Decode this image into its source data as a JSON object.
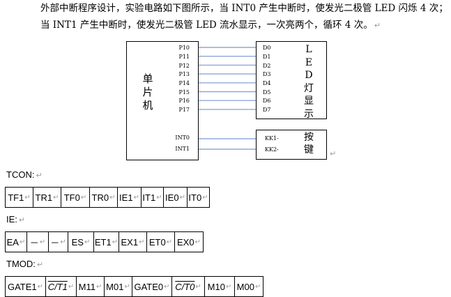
{
  "paragraph": {
    "line1": "外部中断程序设计，实验电路如下图所示，当 INT0 产生中断时，使发光二极管 LED 闪烁 4 次；",
    "line2": "当 INT1 产生中断时，使发光二极管 LED 流水显示，一次亮两个，循环 4 次。",
    "mark": "↵"
  },
  "diagram": {
    "mcu_label": [
      "单",
      "片",
      "机"
    ],
    "p_pins": [
      "P10",
      "P11",
      "P12",
      "P13",
      "P14",
      "P15",
      "P16",
      "P17"
    ],
    "int_pins": [
      "INT0",
      "INT1"
    ],
    "d_pins": [
      "D0",
      "D1",
      "D2",
      "D3",
      "D4",
      "D5",
      "D6",
      "D7"
    ],
    "led_label": [
      "L",
      "E",
      "D",
      "灯",
      "显",
      "示"
    ],
    "kk_pins": [
      "KK1-",
      "KK2-"
    ],
    "key_label": [
      "按",
      "键"
    ],
    "wire_color": "#8fa8d8"
  },
  "tcon": {
    "label": "TCON:",
    "cells": [
      "TF1",
      "TR1",
      "TF0",
      "TR0",
      "IE1",
      "IT1",
      "IE0",
      "IT0"
    ]
  },
  "ie": {
    "label": "IE:",
    "cells": [
      "EA",
      "－",
      "－",
      "ES",
      "ET1",
      "EX1",
      "ET0",
      "EX0"
    ]
  },
  "tmod": {
    "label": "TMOD:",
    "cells": [
      "GATE1",
      "C/T1",
      "M11",
      "M01",
      "GATE0",
      "C/T0",
      "M10",
      "M00"
    ]
  }
}
